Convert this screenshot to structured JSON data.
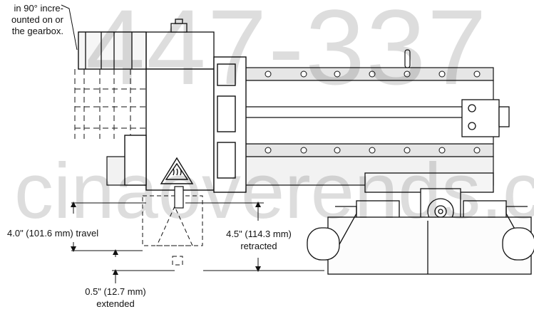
{
  "note": {
    "line1": "in 90° incre-",
    "line2": "ounted on or",
    "line3": "the gearbox."
  },
  "dimensions": {
    "travel": "4.0\" (101.6 mm) travel",
    "retracted_value": "4.5\" (114.3 mm)",
    "retracted_word": "retracted",
    "extended_value": "0.5\" (12.7 mm)",
    "extended_word": "extended"
  },
  "watermark": {
    "top": "447-337",
    "bottom": "cinaoverends.com"
  },
  "colors": {
    "line": "#111111",
    "rail": "#dcdcdc",
    "watermark": "#000000"
  }
}
